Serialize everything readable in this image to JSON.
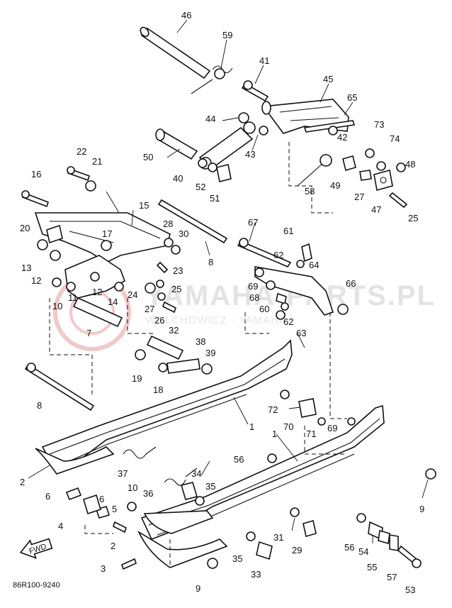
{
  "diagram": {
    "code": "86R100-9240",
    "fwd_label": "FWD",
    "watermark_main": "YAMAHA-PARTS.PL",
    "watermark_sub": "WOLCHOWICZ · YAMAHA",
    "callouts": [
      {
        "id": "c46",
        "text": "46"
      },
      {
        "id": "c59",
        "text": "59"
      },
      {
        "id": "c41",
        "text": "41"
      },
      {
        "id": "c45",
        "text": "45"
      },
      {
        "id": "c65",
        "text": "65"
      },
      {
        "id": "c44",
        "text": "44"
      },
      {
        "id": "c43",
        "text": "43"
      },
      {
        "id": "c42",
        "text": "42"
      },
      {
        "id": "c73",
        "text": "73"
      },
      {
        "id": "c74",
        "text": "74"
      },
      {
        "id": "c50",
        "text": "50"
      },
      {
        "id": "c40",
        "text": "40"
      },
      {
        "id": "c52",
        "text": "52"
      },
      {
        "id": "c51",
        "text": "51"
      },
      {
        "id": "c58",
        "text": "58"
      },
      {
        "id": "c49",
        "text": "49"
      },
      {
        "id": "c27",
        "text": "27"
      },
      {
        "id": "c48",
        "text": "48"
      },
      {
        "id": "c47",
        "text": "47"
      },
      {
        "id": "c25a",
        "text": "25"
      },
      {
        "id": "c22",
        "text": "22"
      },
      {
        "id": "c21",
        "text": "21"
      },
      {
        "id": "c16",
        "text": "16"
      },
      {
        "id": "c15",
        "text": "15"
      },
      {
        "id": "c20",
        "text": "20"
      },
      {
        "id": "c17",
        "text": "17"
      },
      {
        "id": "c28",
        "text": "28"
      },
      {
        "id": "c30",
        "text": "30"
      },
      {
        "id": "c8a",
        "text": "8"
      },
      {
        "id": "c67",
        "text": "67"
      },
      {
        "id": "c61",
        "text": "61"
      },
      {
        "id": "c13",
        "text": "13"
      },
      {
        "id": "c12a",
        "text": "12"
      },
      {
        "id": "c23",
        "text": "23"
      },
      {
        "id": "c62a",
        "text": "62"
      },
      {
        "id": "c64",
        "text": "64"
      },
      {
        "id": "c66",
        "text": "66"
      },
      {
        "id": "c11",
        "text": "11"
      },
      {
        "id": "c12b",
        "text": "12"
      },
      {
        "id": "c24",
        "text": "24"
      },
      {
        "id": "c25b",
        "text": "25"
      },
      {
        "id": "c69a",
        "text": "69"
      },
      {
        "id": "c68",
        "text": "68"
      },
      {
        "id": "c10a",
        "text": "10"
      },
      {
        "id": "c14",
        "text": "14"
      },
      {
        "id": "c27b",
        "text": "27"
      },
      {
        "id": "c60",
        "text": "60"
      },
      {
        "id": "c62b",
        "text": "62"
      },
      {
        "id": "c26",
        "text": "26"
      },
      {
        "id": "c63",
        "text": "63"
      },
      {
        "id": "c7",
        "text": "7"
      },
      {
        "id": "c32",
        "text": "32"
      },
      {
        "id": "c38",
        "text": "38"
      },
      {
        "id": "c39",
        "text": "39"
      },
      {
        "id": "c19",
        "text": "19"
      },
      {
        "id": "c18",
        "text": "18"
      },
      {
        "id": "c8b",
        "text": "8"
      },
      {
        "id": "c72",
        "text": "72"
      },
      {
        "id": "c70",
        "text": "70"
      },
      {
        "id": "c71",
        "text": "71"
      },
      {
        "id": "c69b",
        "text": "69"
      },
      {
        "id": "c1a",
        "text": "1"
      },
      {
        "id": "c56a",
        "text": "56"
      },
      {
        "id": "c1b",
        "text": "1"
      },
      {
        "id": "c2a",
        "text": "2"
      },
      {
        "id": "c37",
        "text": "37"
      },
      {
        "id": "c9a",
        "text": "9"
      },
      {
        "id": "c34",
        "text": "34"
      },
      {
        "id": "c6a",
        "text": "6"
      },
      {
        "id": "c36",
        "text": "36"
      },
      {
        "id": "c35a",
        "text": "35"
      },
      {
        "id": "c10b",
        "text": "10"
      },
      {
        "id": "c6b",
        "text": "6"
      },
      {
        "id": "c4",
        "text": "4"
      },
      {
        "id": "c5",
        "text": "5"
      },
      {
        "id": "c31",
        "text": "31"
      },
      {
        "id": "c29",
        "text": "29"
      },
      {
        "id": "c56b",
        "text": "56"
      },
      {
        "id": "c54",
        "text": "54"
      },
      {
        "id": "c55",
        "text": "55"
      },
      {
        "id": "c57",
        "text": "57"
      },
      {
        "id": "c2b",
        "text": "2"
      },
      {
        "id": "c3",
        "text": "3"
      },
      {
        "id": "c35b",
        "text": "35"
      },
      {
        "id": "c33",
        "text": "33"
      },
      {
        "id": "c9b",
        "text": "9"
      },
      {
        "id": "c53",
        "text": "53"
      }
    ]
  }
}
